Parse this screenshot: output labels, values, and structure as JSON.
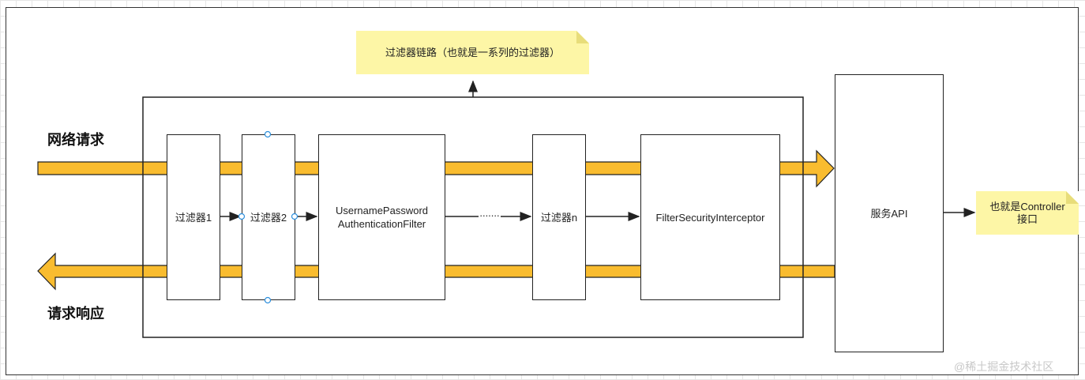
{
  "labels": {
    "request": "网络请求",
    "response": "请求响应"
  },
  "note_chain": "过滤器链路（也就是一系列的过滤器）",
  "note_controller": {
    "line1": "也就是Controller",
    "line2": "接口"
  },
  "filters": {
    "filter1": "过滤器1",
    "filter2": "过滤器2",
    "upaf_line1": "UsernamePassword",
    "upaf_line2": "AuthenticationFilter",
    "ellipsis": ".......",
    "filtern": "过滤器n",
    "fsi": "FilterSecurityInterceptor"
  },
  "service_api": "服务API",
  "watermark": "@稀土掘金技术社区",
  "colors": {
    "arrow_fill": "#f9bc2f",
    "note_bg": "#fdf6a6",
    "stroke": "#222222"
  }
}
